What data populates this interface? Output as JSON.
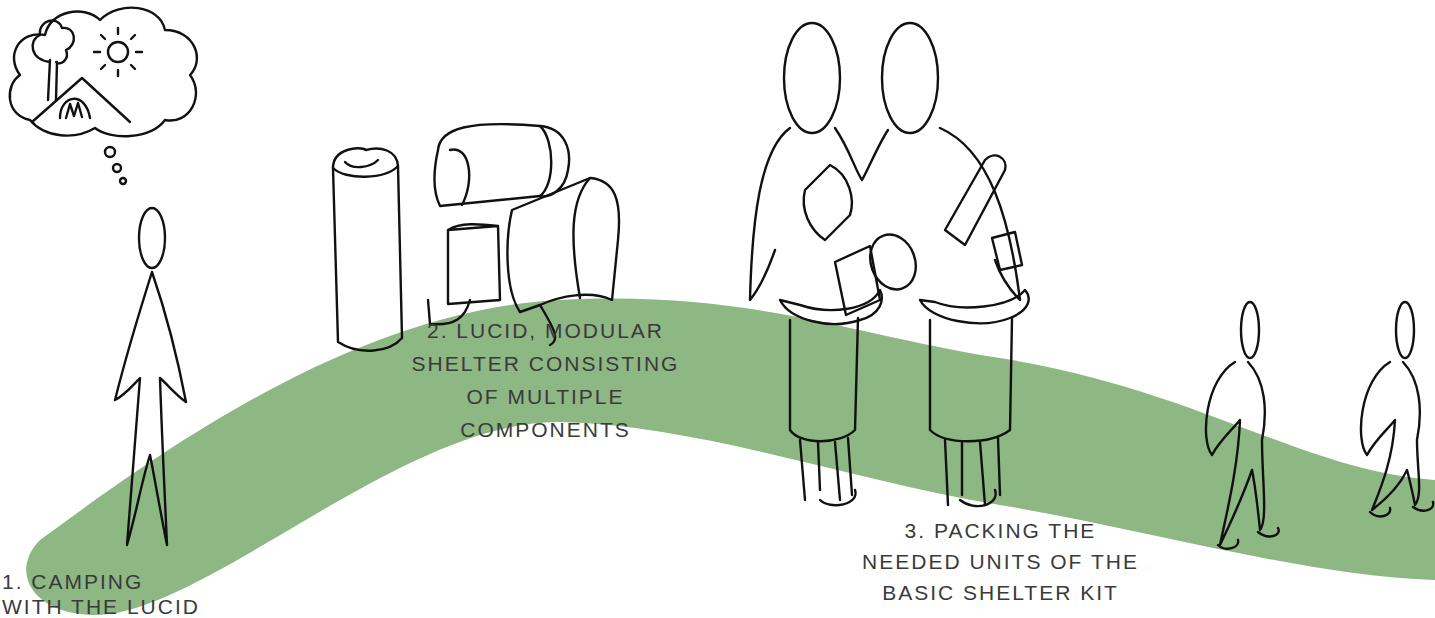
{
  "diagram": {
    "labels": [
      "1. CAMPING WITH THE LUCID",
      "2. LUCID, MODULAR SHELTER CONSISTING OF MULTIPLE COMPONENTS",
      "3. PACKING THE NEEDED UNITS OF THE BASIC SHELTER KIT"
    ]
  }
}
